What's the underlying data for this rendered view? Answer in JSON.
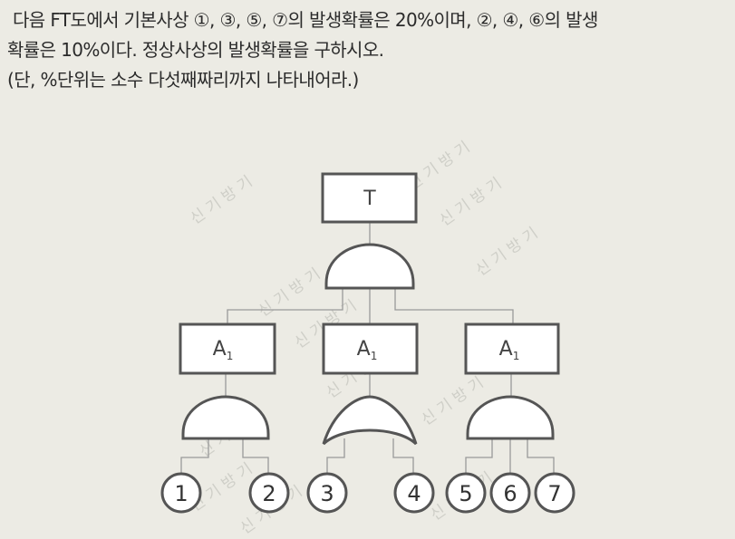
{
  "question": {
    "line1": "다음 FT도에서 기본사상 ①, ③, ⑤, ⑦의 발생확률은 20%이며, ②, ④, ⑥의 발생",
    "line2": "확률은 10%이다. 정상사상의 발생확률을 구하시오.",
    "line3": "(단, %단위는 소수 다섯째짜리까지 나타내어라.)"
  },
  "fault_tree": {
    "top_event": "T",
    "intermediate_events": [
      {
        "label": "A",
        "subscript": "1"
      },
      {
        "label": "A",
        "subscript": "1"
      },
      {
        "label": "A",
        "subscript": "1"
      }
    ],
    "basic_events": [
      "1",
      "2",
      "3",
      "4",
      "5",
      "6",
      "7"
    ],
    "gates": [
      "and-gate",
      "and-gate",
      "or-gate",
      "and-gate"
    ]
  },
  "watermark": {
    "text": "신 기 방 기",
    "color": "#cfcfc8"
  }
}
